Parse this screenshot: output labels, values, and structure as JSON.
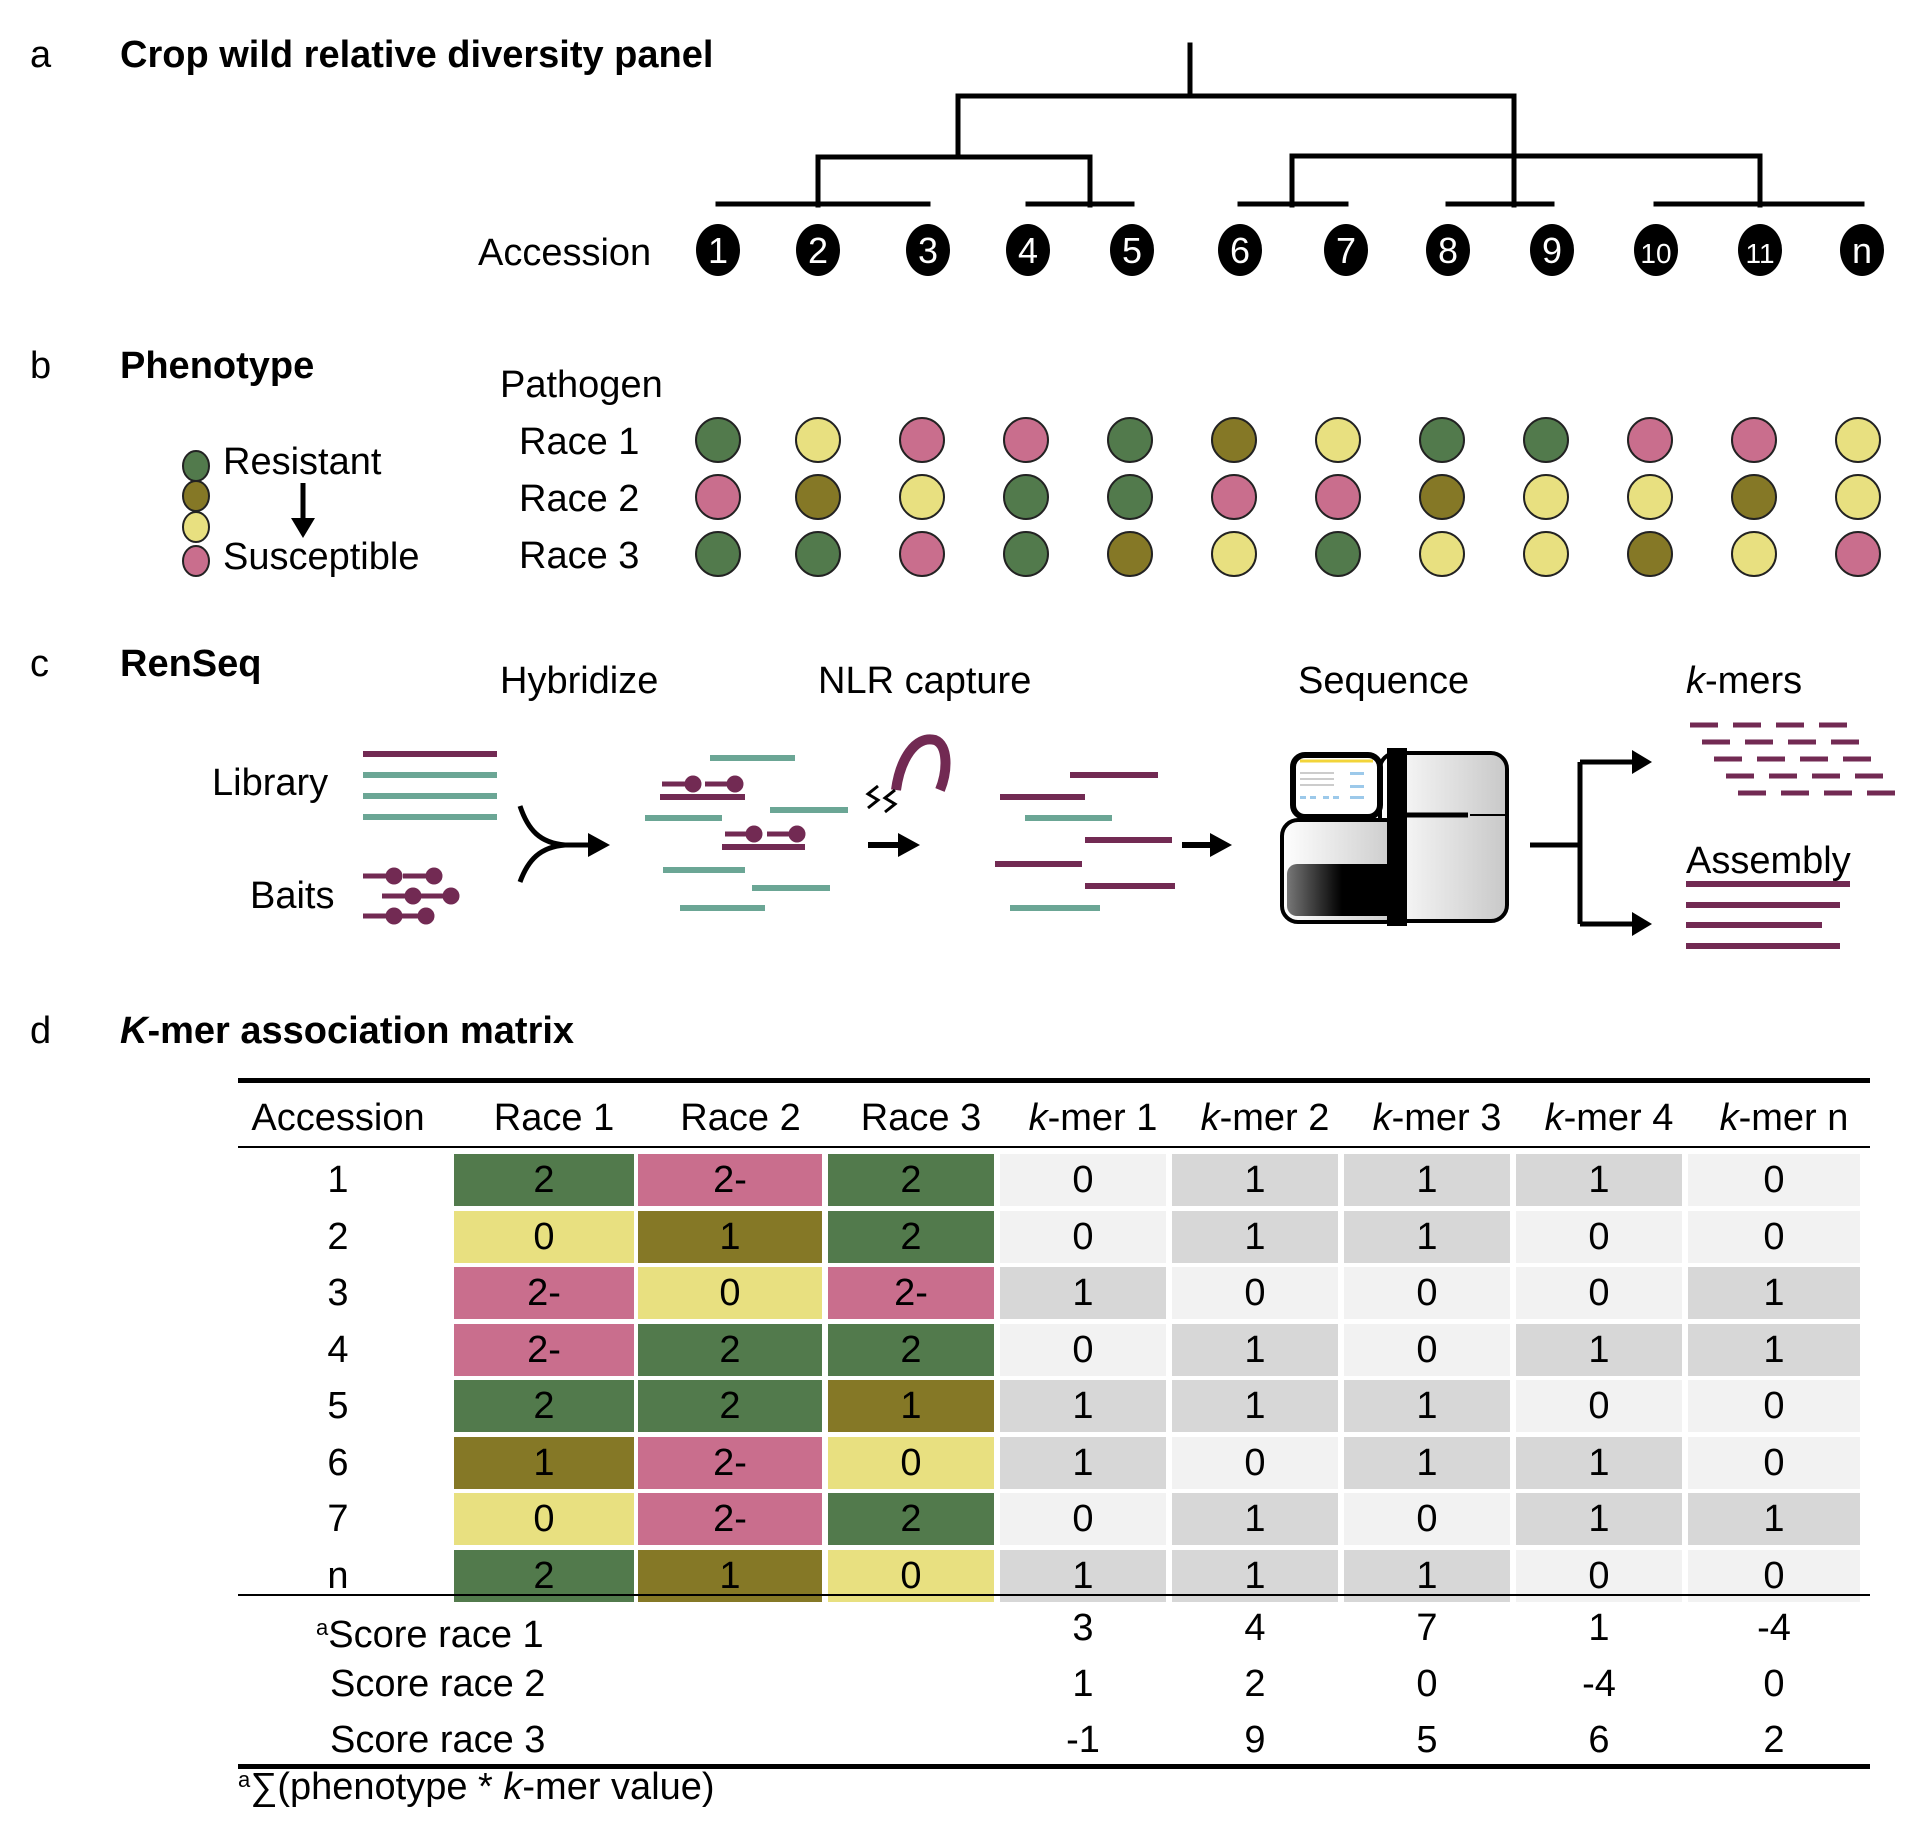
{
  "colors": {
    "resistant": "#527A4C",
    "intermediate_resistant": "#857826",
    "intermediate_susceptible": "#E8E080",
    "susceptible": "#C96E8D",
    "bait_purple": "#722A53",
    "library_teal": "#6BA695",
    "kmer_present": "#D7D7D7",
    "kmer_absent": "#F2F2F2"
  },
  "panel_a": {
    "letter": "a",
    "title": "Crop wild relative diversity panel",
    "accession_label": "Accession",
    "accessions": [
      "1",
      "2",
      "3",
      "4",
      "5",
      "6",
      "7",
      "8",
      "9",
      "10",
      "11",
      "n"
    ]
  },
  "panel_b": {
    "letter": "b",
    "title": "Phenotype",
    "legend": {
      "top_label": "Resistant",
      "bottom_label": "Susceptible",
      "scale": [
        "resistant",
        "intermediate_resistant",
        "intermediate_susceptible",
        "susceptible"
      ]
    },
    "pathogen_label": "Pathogen",
    "races": [
      {
        "label": "Race 1",
        "phenotypes": [
          "resistant",
          "intermediate_susceptible",
          "susceptible",
          "susceptible",
          "resistant",
          "intermediate_resistant",
          "intermediate_susceptible",
          "resistant",
          "resistant",
          "susceptible",
          "susceptible",
          "intermediate_susceptible"
        ]
      },
      {
        "label": "Race 2",
        "phenotypes": [
          "susceptible",
          "intermediate_resistant",
          "intermediate_susceptible",
          "resistant",
          "resistant",
          "susceptible",
          "susceptible",
          "intermediate_resistant",
          "intermediate_susceptible",
          "intermediate_susceptible",
          "intermediate_resistant",
          "intermediate_susceptible"
        ]
      },
      {
        "label": "Race 3",
        "phenotypes": [
          "resistant",
          "resistant",
          "susceptible",
          "resistant",
          "intermediate_resistant",
          "intermediate_susceptible",
          "resistant",
          "intermediate_susceptible",
          "intermediate_susceptible",
          "intermediate_resistant",
          "intermediate_susceptible",
          "susceptible"
        ]
      }
    ]
  },
  "panel_c": {
    "letter": "c",
    "title": "RenSeq",
    "steps": {
      "hybridize": "Hybridize",
      "capture": "NLR capture",
      "sequence": "Sequence",
      "kmers_prefix": "k",
      "kmers_suffix": "-mers",
      "assembly": "Assembly"
    },
    "inputs": {
      "library": "Library",
      "baits": "Baits"
    }
  },
  "panel_d": {
    "letter": "d",
    "title_italic": "K",
    "title_rest": "-mer association matrix",
    "headers": [
      {
        "italic": "",
        "text": "Accession"
      },
      {
        "italic": "",
        "text": "Race 1"
      },
      {
        "italic": "",
        "text": "Race 2"
      },
      {
        "italic": "",
        "text": "Race 3"
      },
      {
        "italic": "k",
        "text": "-mer 1"
      },
      {
        "italic": "k",
        "text": "-mer 2"
      },
      {
        "italic": "k",
        "text": "-mer 3"
      },
      {
        "italic": "k",
        "text": "-mer 4"
      },
      {
        "italic": "k",
        "text": "-mer n"
      }
    ],
    "rows": [
      {
        "accession": "1",
        "races": [
          "2",
          "2-",
          "2"
        ],
        "kmers": [
          "0",
          "1",
          "1",
          "1",
          "0"
        ]
      },
      {
        "accession": "2",
        "races": [
          "0",
          "1",
          "2"
        ],
        "kmers": [
          "0",
          "1",
          "1",
          "0",
          "0"
        ]
      },
      {
        "accession": "3",
        "races": [
          "2-",
          "0",
          "2-"
        ],
        "kmers": [
          "1",
          "0",
          "0",
          "0",
          "1"
        ]
      },
      {
        "accession": "4",
        "races": [
          "2-",
          "2",
          "2"
        ],
        "kmers": [
          "0",
          "1",
          "0",
          "1",
          "1"
        ]
      },
      {
        "accession": "5",
        "races": [
          "2",
          "2",
          "1"
        ],
        "kmers": [
          "1",
          "1",
          "1",
          "0",
          "0"
        ]
      },
      {
        "accession": "6",
        "races": [
          "1",
          "2-",
          "0"
        ],
        "kmers": [
          "1",
          "0",
          "1",
          "1",
          "0"
        ]
      },
      {
        "accession": "7",
        "races": [
          "0",
          "2-",
          "2"
        ],
        "kmers": [
          "0",
          "1",
          "0",
          "1",
          "1"
        ]
      },
      {
        "accession": "n",
        "races": [
          "2",
          "1",
          "0"
        ],
        "kmers": [
          "1",
          "1",
          "1",
          "0",
          "0"
        ]
      }
    ],
    "scores": [
      {
        "marker": "a",
        "label": "Score race 1",
        "values": [
          "3",
          "4",
          "7",
          "1",
          "-4"
        ]
      },
      {
        "marker": "",
        "label": "Score race 2",
        "values": [
          "1",
          "2",
          "0",
          "-4",
          "0"
        ]
      },
      {
        "marker": "",
        "label": "Score race 3",
        "values": [
          "-1",
          "9",
          "5",
          "6",
          "2"
        ]
      }
    ],
    "footnote": {
      "marker": "a",
      "prefix": "∑(phenotype * ",
      "italic": "k",
      "suffix": "-mer value)"
    }
  }
}
